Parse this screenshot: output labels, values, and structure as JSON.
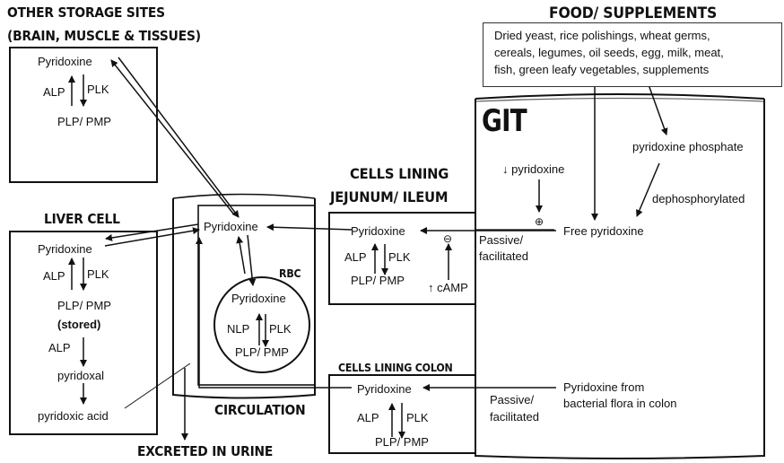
{
  "headings": {
    "other_storage_line1": "OTHER STORAGE SITES",
    "other_storage_line2": "(BRAIN, MUSCLE & TISSUES)",
    "food_supplements": "FOOD/ SUPPLEMENTS",
    "git": "GIT",
    "jejunum_line1": "CELLS LINING",
    "jejunum_line2": "JEJUNUM/ ILEUM",
    "liver_cell": "LIVER CELL",
    "rbc": "RBC",
    "colon": "CELLS LINING COLON",
    "circulation": "CIRCULATION",
    "excreted": "EXCRETED IN URINE"
  },
  "food_sources": "Dried yeast, rice polishings, wheat germs,\ncereals, legumes, oil seeds, egg, milk, meat,\nfish, green leafy vegetables, supplements",
  "other_storage": {
    "pyridoxine": "Pyridoxine",
    "alp": "ALP",
    "plk": "PLK",
    "plp_pmp": "PLP/ PMP"
  },
  "liver": {
    "pyridoxine": "Pyridoxine",
    "alp": "ALP",
    "plk": "PLK",
    "plp_pmp": "PLP/ PMP",
    "stored": "(stored)",
    "alp2": "ALP",
    "pyridoxal": "pyridoxal",
    "pyridoxic_acid": "pyridoxic acid"
  },
  "circulation": {
    "pyridoxine": "Pyridoxine",
    "rbc_pyridoxine": "Pyridoxine",
    "nlp": "NLP",
    "plk": "PLK",
    "plp_pmp": "PLP/ PMP"
  },
  "jejunum": {
    "pyridoxine": "Pyridoxine",
    "alp": "ALP",
    "plk": "PLK",
    "plp_pmp": "PLP/ PMP",
    "inhibit_symbol": "⊖",
    "camp": "↑ cAMP"
  },
  "colon": {
    "pyridoxine": "Pyridoxine",
    "alp": "ALP",
    "plk": "PLK",
    "plp_pmp": "PLP/ PMP"
  },
  "git": {
    "low_pyridoxine": "↓ pyridoxine",
    "stimulate_symbol": "⊕",
    "pyridoxine_phosphate": "pyridoxine phosphate",
    "dephosphorylated": "dephosphorylated",
    "free_pyridoxine": "Free pyridoxine",
    "passive_1": "Passive/",
    "facilitated_1": "facilitated",
    "passive_2": "Passive/",
    "facilitated_2": "facilitated",
    "bacterial_line1": "Pyridoxine from",
    "bacterial_line2": "bacterial flora in colon"
  }
}
